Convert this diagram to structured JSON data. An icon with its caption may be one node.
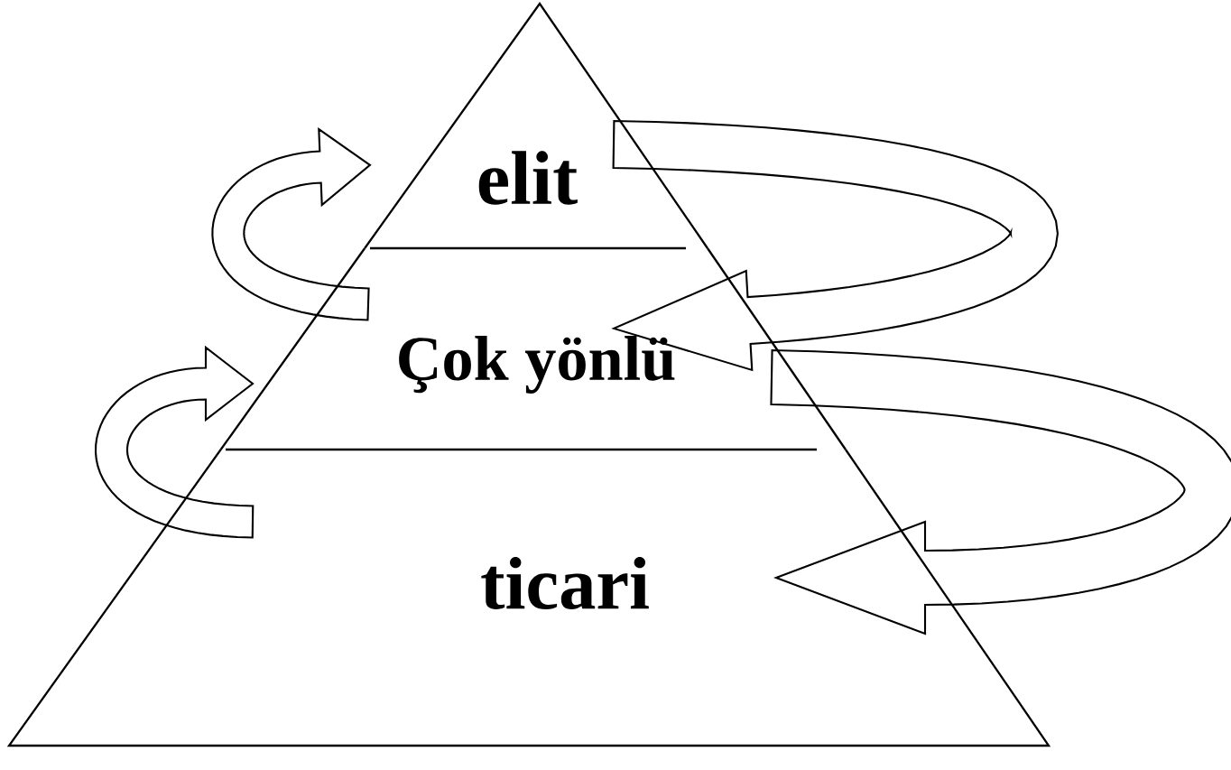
{
  "diagram": {
    "nodes": [
      {
        "text": [
          "elit"
        ]
      },
      {
        "text": [
          "Çok yönlü"
        ]
      },
      {
        "text": [
          "ticari"
        ]
      }
    ],
    "edges": [
      {
        "from": 1,
        "to": 0,
        "arrow": "to"
      },
      {
        "from": 0,
        "to": 1,
        "arrow": "to"
      },
      {
        "from": 2,
        "to": 1,
        "arrow": "to"
      },
      {
        "from": 1,
        "to": 2,
        "arrow": "to"
      }
    ]
  }
}
